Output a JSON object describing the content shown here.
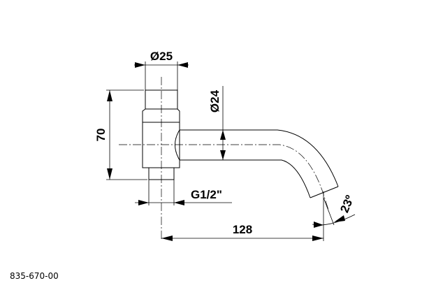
{
  "drawing": {
    "part_number": "835-670-00",
    "dimensions": {
      "inlet_diameter": "Ø25",
      "spout_diameter": "Ø24",
      "height": "70",
      "thread": "G1/2\"",
      "projection": "128",
      "angle": "23º"
    }
  }
}
